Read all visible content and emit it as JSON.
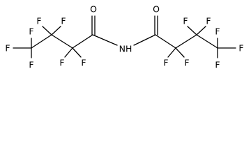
{
  "molecule": {
    "atoms": [
      {
        "id": "F1",
        "symbol": "F"
      },
      {
        "id": "F2",
        "symbol": "F"
      },
      {
        "id": "F3",
        "symbol": "F"
      },
      {
        "id": "F4",
        "symbol": "F"
      },
      {
        "id": "F5",
        "symbol": "F"
      },
      {
        "id": "F6",
        "symbol": "F"
      },
      {
        "id": "F7",
        "symbol": "F"
      },
      {
        "id": "O1",
        "symbol": "O"
      },
      {
        "id": "N1",
        "symbol": "NH"
      },
      {
        "id": "O2",
        "symbol": "O"
      },
      {
        "id": "F8",
        "symbol": "F"
      },
      {
        "id": "F9",
        "symbol": "F"
      },
      {
        "id": "F10",
        "symbol": "F"
      },
      {
        "id": "F11",
        "symbol": "F"
      },
      {
        "id": "F12",
        "symbol": "F"
      },
      {
        "id": "F13",
        "symbol": "F"
      },
      {
        "id": "F14",
        "symbol": "F"
      }
    ],
    "colors": {
      "bond": "#000000",
      "label": "#000000",
      "background": "#ffffff"
    }
  }
}
